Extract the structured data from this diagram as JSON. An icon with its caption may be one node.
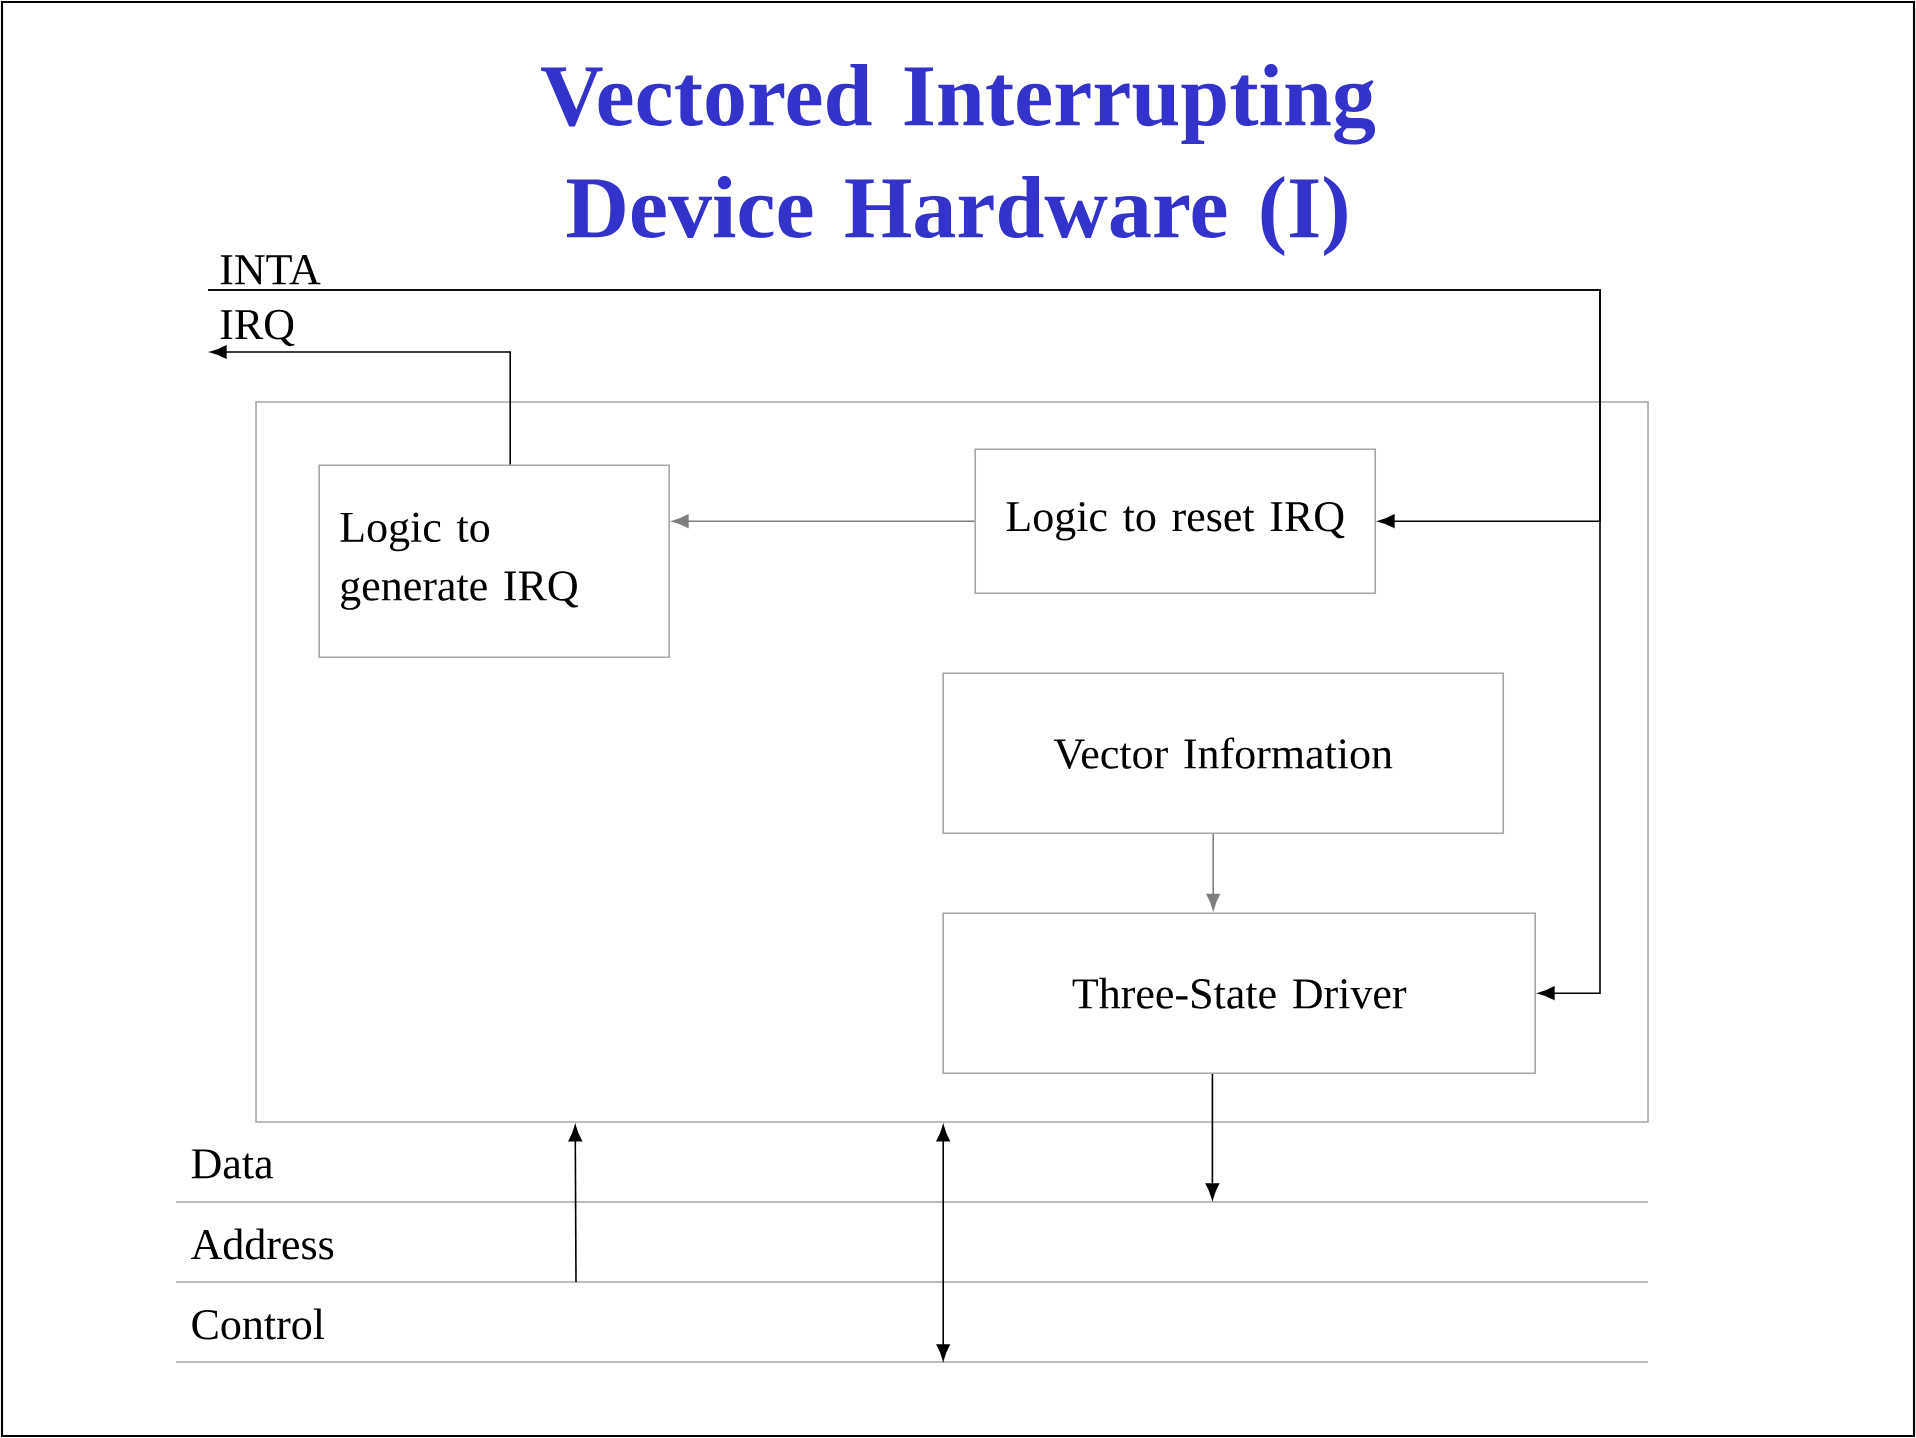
{
  "diagram": {
    "title": "Vectored Interrupting Device Hardware (I)",
    "nodes": [
      {
        "text": [],
        "shape": "box"
      },
      {
        "text": [
          "Logic to generate IRQ"
        ],
        "in": 0
      },
      {
        "text": [
          "Logic to reset IRQ"
        ],
        "in": 0
      },
      {
        "text": [
          "Vector Information"
        ],
        "in": 0
      },
      {
        "text": [
          "Three-State Driver"
        ],
        "in": 0
      },
      {
        "text": [
          "INTA"
        ]
      },
      {
        "text": [
          "IRQ"
        ]
      }
    ],
    "edges": [
      {
        "from": 5,
        "to": 2,
        "arrow": "to"
      },
      {
        "from": 5,
        "to": 4,
        "arrow": "to"
      },
      {
        "from": 2,
        "to": 1,
        "arrow": "to",
        "color": "#7f7f7f"
      },
      {
        "from": 1,
        "to": 6,
        "arrow": "to"
      },
      {
        "from": 3,
        "to": 4,
        "arrow": "to",
        "color": "#7f7f7f"
      },
      {
        "from": 4,
        "to": null,
        "arrow": "to"
      },
      {
        "from": null,
        "to": 0,
        "arrow": "to"
      },
      {
        "from": 0,
        "to": null,
        "arrow": "both"
      }
    ],
    "labels": [
      "Data",
      "Address",
      "Control"
    ]
  }
}
